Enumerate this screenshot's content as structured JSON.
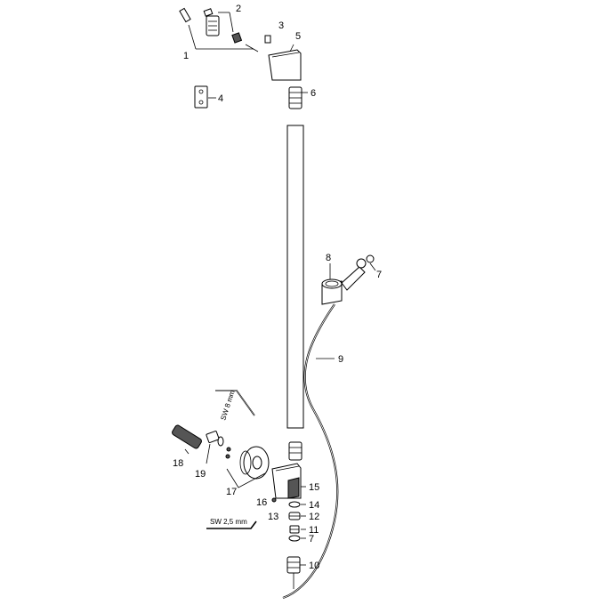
{
  "diagram": {
    "callouts": {
      "p1": "1",
      "p2": "2",
      "p3": "3",
      "p4": "4",
      "p5": "5",
      "p6": "6",
      "p7a": "7",
      "p7b": "7",
      "p8": "8",
      "p9": "9",
      "p10": "10",
      "p11": "11",
      "p12": "12",
      "p13": "13",
      "p14": "14",
      "p15": "15",
      "p16": "16",
      "p17": "17",
      "p18": "18",
      "p19": "19"
    },
    "tools": {
      "hex_key_large": "SW 8 mm",
      "hex_key_small": "SW 2,5 mm"
    }
  }
}
